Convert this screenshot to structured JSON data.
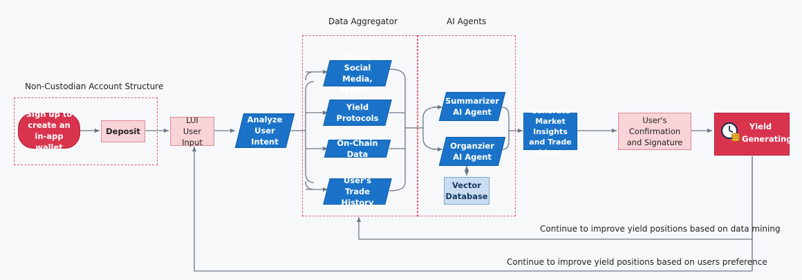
{
  "section_labels": {
    "account_structure": "Non-Custodian Account Structure",
    "data_aggregator": "Data Aggregator",
    "ai_agents": "AI Agents"
  },
  "nodes": {
    "signup": "Sign up to create an in-app wallet",
    "deposit": "Deposit",
    "lui": "LUI User Input",
    "analyze": "Analyze User Intent",
    "news": "News, Social Media, Yapps...",
    "yield_protocols": "Yield Protocols",
    "onchain": "On-Chain Data",
    "trade_history": "User's Trade History",
    "summarizer": "Summarizer AI Agent",
    "organizer": "Organzier AI Agent",
    "vector_db": "Vector Database",
    "insights": "Generate Market Insights and Trade Ideas",
    "confirmation": "User's Confirmation and Signature",
    "yield_generating": "Yield Generating"
  },
  "feedback": {
    "data_mining": "Continue to improve yield positions based on data mining",
    "user_pref": "Continue to improve yield positions based on users preference"
  },
  "icons": {
    "clock": "clock-coins-icon"
  },
  "colors": {
    "blue": "#1a73c8",
    "pink": "#f8d3d8",
    "red": "#d9344e",
    "dash": "#e06070",
    "arrow": "#6b7785"
  }
}
